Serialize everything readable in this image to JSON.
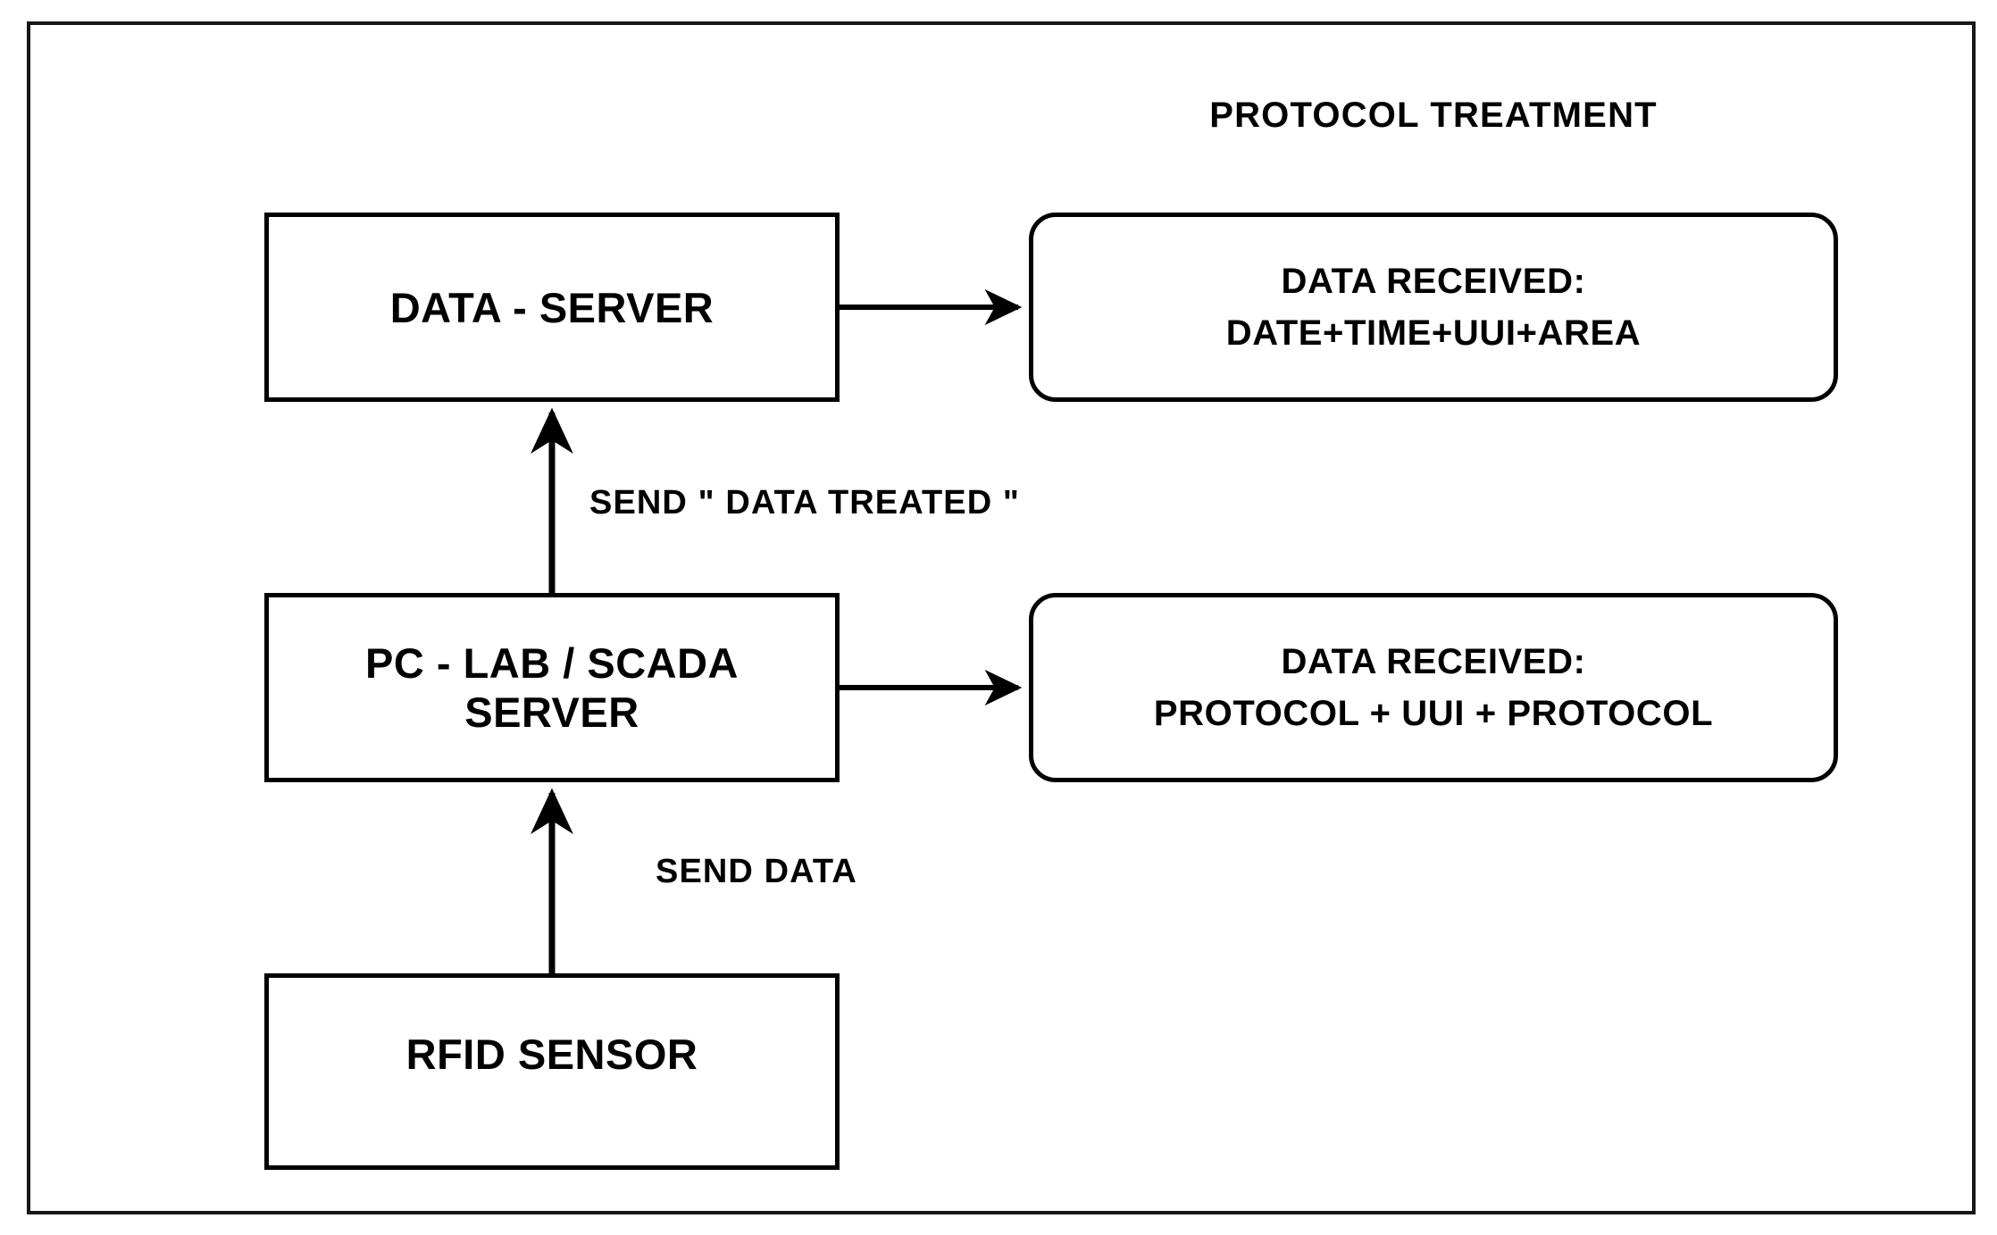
{
  "diagram": {
    "title": "PROTOCOL TREATMENT",
    "nodes": {
      "data_server": {
        "label": "DATA - SERVER"
      },
      "pc_lab_scada": {
        "line1": "PC - LAB / SCADA",
        "line2": "SERVER"
      },
      "rfid_sensor": {
        "label": "RFID SENSOR"
      },
      "data_received_top": {
        "line1": "DATA RECEIVED:",
        "line2": "DATE+TIME+UUI+AREA"
      },
      "data_received_mid": {
        "line1": "DATA RECEIVED:",
        "line2": "PROTOCOL + UUI + PROTOCOL"
      }
    },
    "edges": {
      "send_data_treated": "SEND  \" DATA TREATED \"",
      "send_data": "SEND DATA"
    },
    "colors": {
      "stroke": "#000000",
      "frame": "#171717",
      "background": "#ffffff",
      "text": "#000000"
    }
  }
}
